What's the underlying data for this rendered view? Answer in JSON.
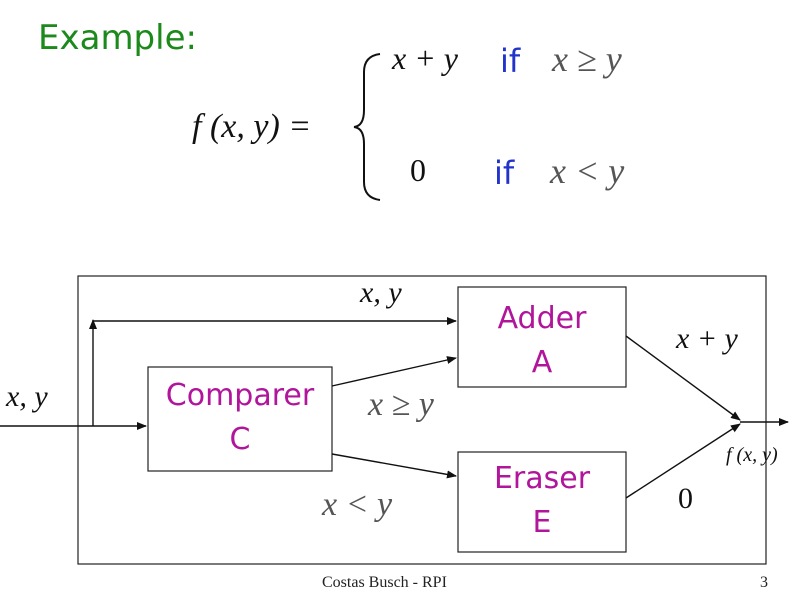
{
  "heading": "Example:",
  "formula": {
    "lhs": "f (x, y) =",
    "case1_value": "x + y",
    "case1_keyword": "if",
    "case1_condition": "x ≥ y",
    "case2_value": "0",
    "case2_keyword": "if",
    "case2_condition": "x < y"
  },
  "diagram": {
    "input_label": "x, y",
    "top_wire_label": "x, y",
    "comparer": {
      "name": "Comparer",
      "letter": "C"
    },
    "adder": {
      "name": "Adder",
      "letter": "A"
    },
    "eraser": {
      "name": "Eraser",
      "letter": "E"
    },
    "cond_ge": "x ≥ y",
    "cond_lt": "x < y",
    "adder_out": "x + y",
    "eraser_out": "0",
    "output_label": "f (x, y)"
  },
  "footer": {
    "author": "Costas Busch - RPI",
    "page": "3"
  }
}
